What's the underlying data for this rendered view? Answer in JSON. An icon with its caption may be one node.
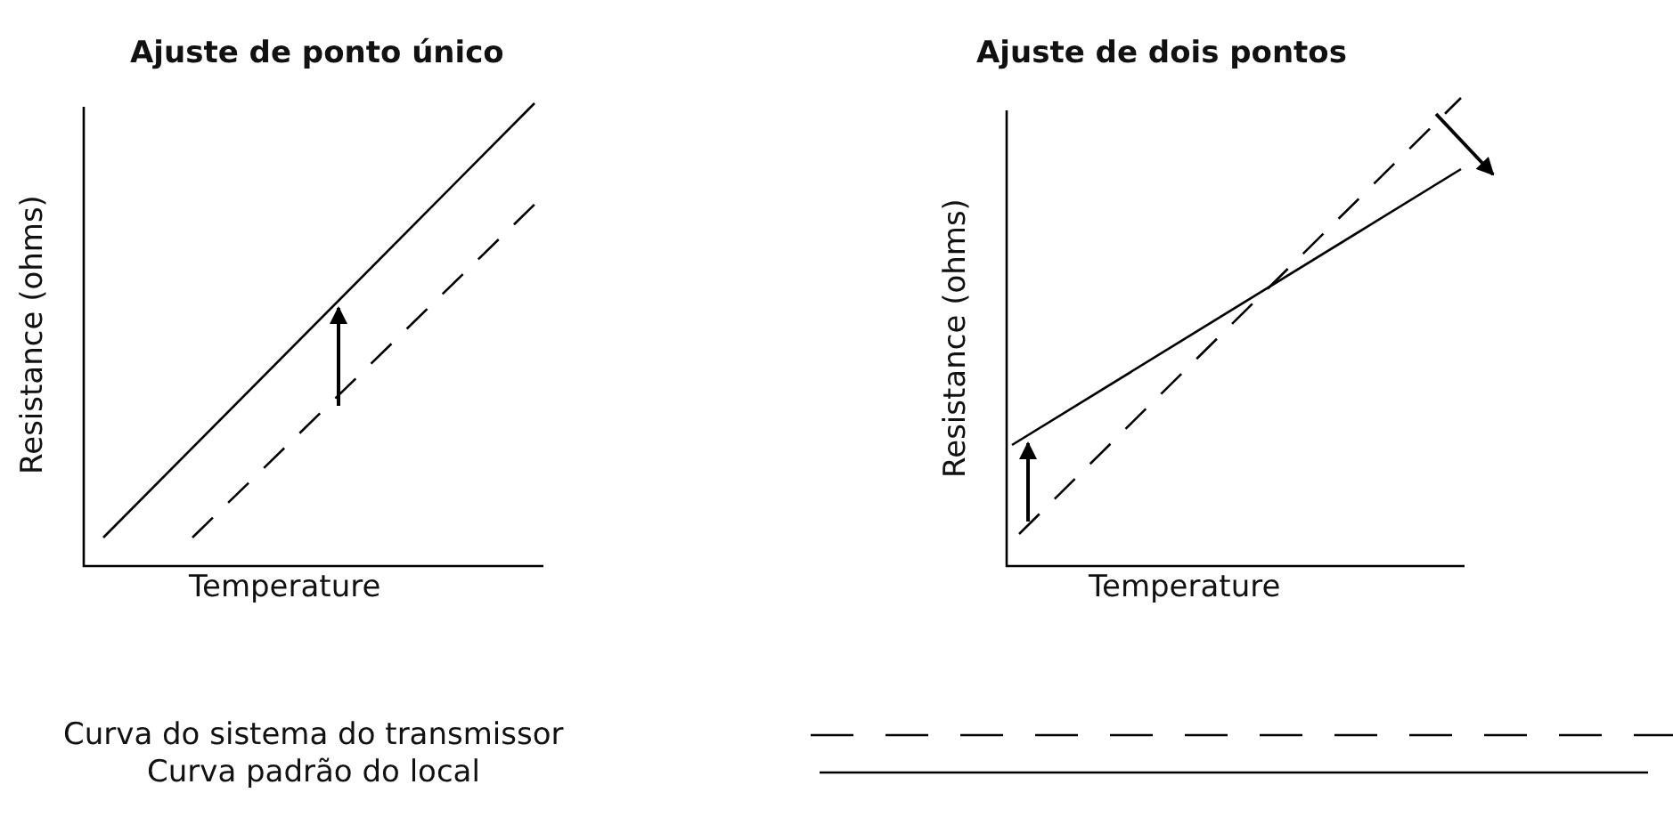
{
  "diagram": {
    "labels": [
      "Ajuste de ponto único",
      "Ajuste de dois pontos",
      "Resistance (ohms)",
      "Temperature",
      "Resistance (ohms)",
      "Temperature"
    ],
    "legend": [
      {
        "text": "Curva do sistema do transmissor"
      },
      {
        "text": "Curva padrão do local"
      }
    ]
  }
}
